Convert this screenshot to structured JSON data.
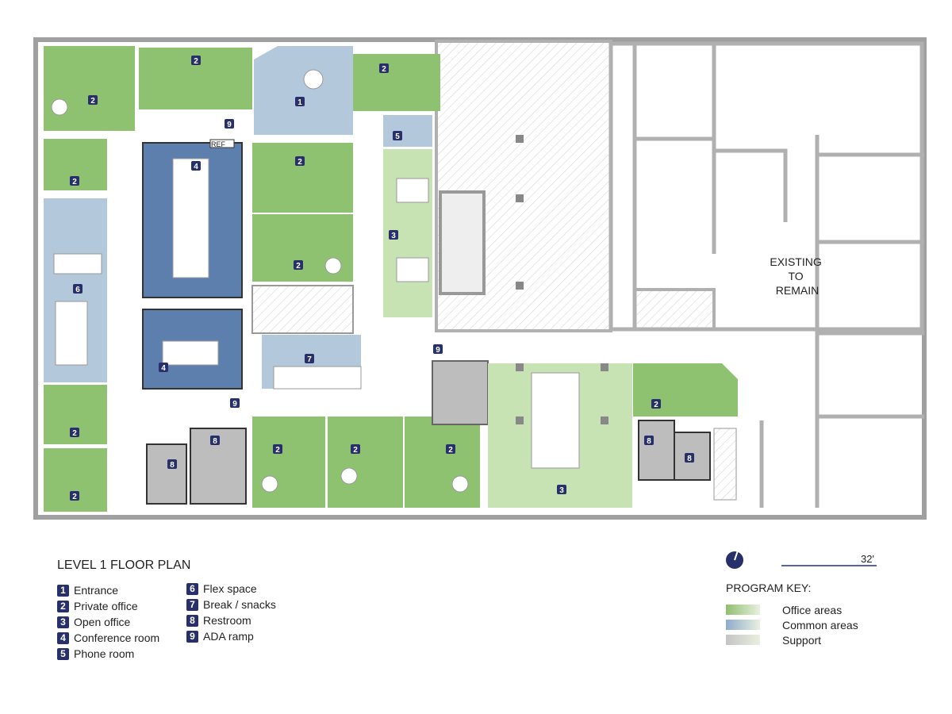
{
  "title": "LEVEL 1 FLOOR PLAN",
  "existing_label": [
    "EXISTING",
    "TO",
    "REMAIN"
  ],
  "ref_label": "REF",
  "legend": [
    {
      "num": "1",
      "label": "Entrance"
    },
    {
      "num": "2",
      "label": "Private office"
    },
    {
      "num": "3",
      "label": "Open office"
    },
    {
      "num": "4",
      "label": "Conference room"
    },
    {
      "num": "5",
      "label": "Phone room"
    },
    {
      "num": "6",
      "label": "Flex space"
    },
    {
      "num": "7",
      "label": "Break / snacks"
    },
    {
      "num": "8",
      "label": "Restroom"
    },
    {
      "num": "9",
      "label": "ADA ramp"
    }
  ],
  "scale_label": "32'",
  "program_key": {
    "title": "PROGRAM KEY:",
    "items": [
      {
        "label": "Office areas",
        "color": "#8fbf6e"
      },
      {
        "label": "Common areas",
        "color": "#8fabcc"
      },
      {
        "label": "Support",
        "color": "#c4c4c4"
      }
    ]
  },
  "colors": {
    "office": "#8fc270",
    "open_office": "#c8e3b3",
    "common": "#b4c8dc",
    "conference": "#5d7fad",
    "support": "#bdbdbd",
    "wall": "#a8a8a8",
    "badge": "#27306b"
  },
  "rooms": [
    "2",
    "2",
    "1",
    "2",
    "5",
    "2",
    "4",
    "2",
    "2",
    "3",
    "6",
    "4",
    "7",
    "9",
    "9",
    "9",
    "2",
    "2",
    "8",
    "8",
    "2",
    "2",
    "2",
    "3",
    "2",
    "8",
    "8"
  ]
}
